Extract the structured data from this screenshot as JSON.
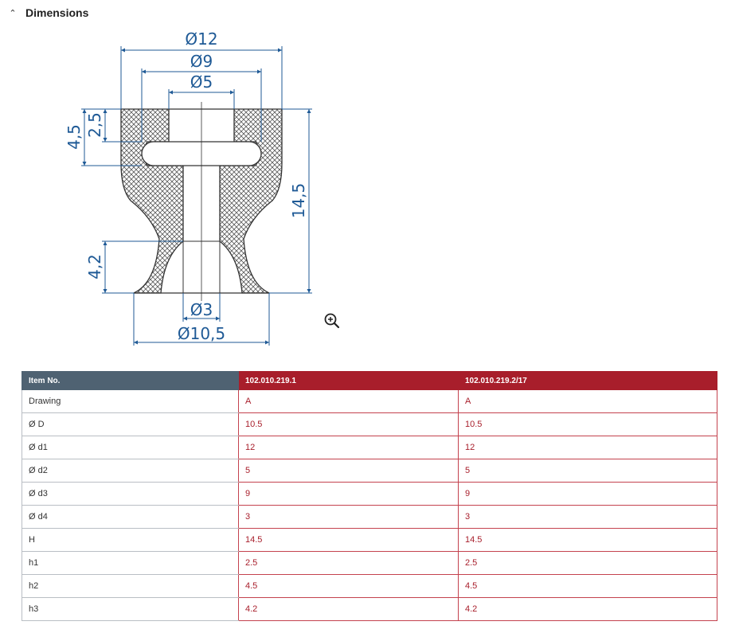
{
  "section": {
    "title": "Dimensions",
    "chevron_icon": "chevron-up-icon"
  },
  "drawing": {
    "labels": {
      "d1": "Ø12",
      "d3": "Ø9",
      "d2": "Ø5",
      "d4": "Ø3",
      "D": "Ø10,5",
      "h2": "4,5",
      "h1": "2,5",
      "H": "14,5",
      "h3": "4,2"
    },
    "line_color": "#1f5a96",
    "zoom_icon": "zoom-in-icon"
  },
  "table": {
    "headers": [
      "Item No.",
      "102.010.219.1",
      "102.010.219.2/17"
    ],
    "rows": [
      [
        "Drawing",
        "A",
        "A"
      ],
      [
        "Ø D",
        "10.5",
        "10.5"
      ],
      [
        "Ø d1",
        "12",
        "12"
      ],
      [
        "Ø d2",
        "5",
        "5"
      ],
      [
        "Ø d3",
        "9",
        "9"
      ],
      [
        "Ø d4",
        "3",
        "3"
      ],
      [
        "H",
        "14.5",
        "14.5"
      ],
      [
        "h1",
        "2.5",
        "2.5"
      ],
      [
        "h2",
        "4.5",
        "4.5"
      ],
      [
        "h3",
        "4.2",
        "4.2"
      ]
    ],
    "header_label_color": "#4f6272",
    "header_value_color": "#a81e2b"
  }
}
